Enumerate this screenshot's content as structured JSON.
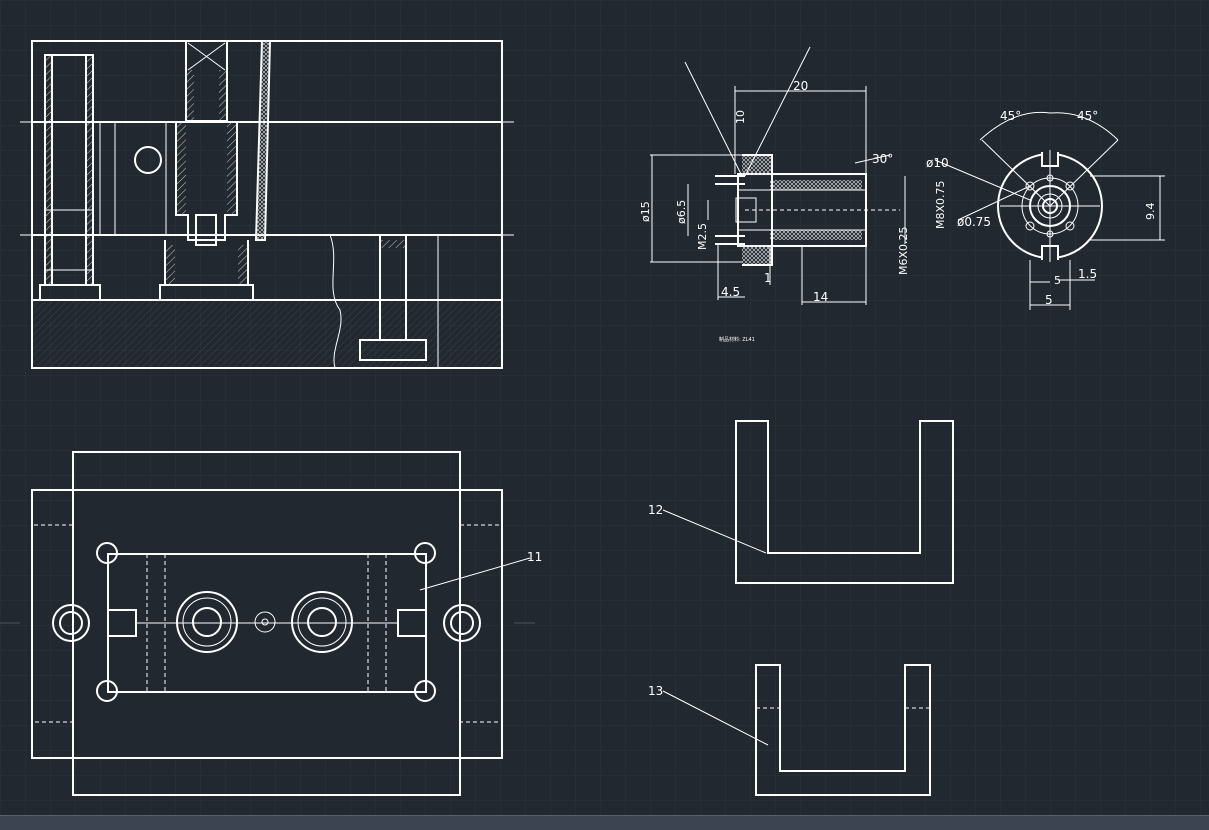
{
  "colors": {
    "background": "#212830",
    "lines": "#ffffff",
    "grid": "#2b333d"
  },
  "part_drawing": {
    "dims": {
      "d20": "20",
      "d10_top": "10",
      "d30deg": "30°",
      "dia15": "ø15",
      "dia6_5": "ø6.5",
      "m2_5": "M2.5",
      "m8x075": "M8X0.75",
      "m6x025": "M6X0.25",
      "d4_5": "4.5",
      "d1": "1",
      "d14": "14",
      "ang45_left": "45°",
      "ang45_right": "45°",
      "dia10": "ø10",
      "dia0_75": "ø0.75",
      "d9_4": "9.4",
      "d1_5": "1.5",
      "d5_small": "5",
      "d5": "5"
    },
    "note": "制品材料: ZL41"
  },
  "callouts": {
    "c11": "11",
    "c12": "12",
    "c13": "13"
  }
}
